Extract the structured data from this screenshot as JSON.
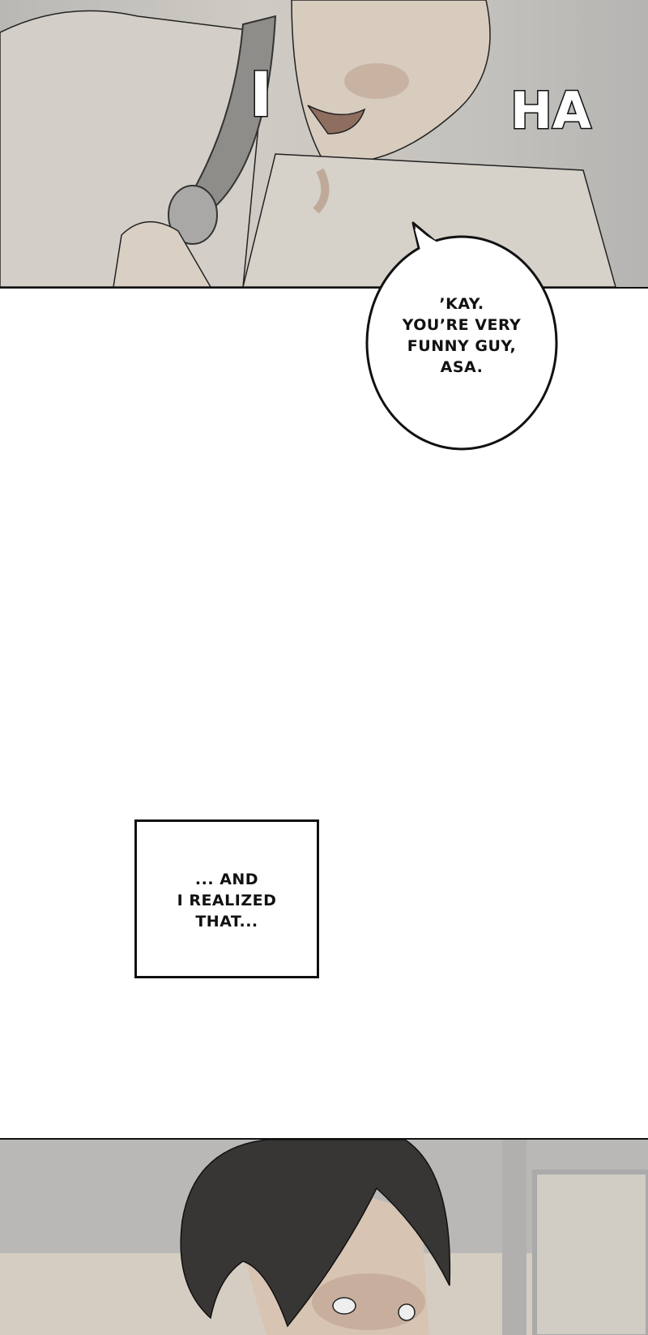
{
  "panels": {
    "top": {
      "sfx": [
        "I",
        "HA"
      ]
    },
    "speech_bubble": {
      "lines": [
        "’KAY.",
        "YOU’RE VERY",
        "FUNNY GUY,",
        "ASA."
      ]
    },
    "caption": {
      "lines": [
        "... AND",
        "I REALIZED",
        "THAT..."
      ]
    }
  },
  "colors": {
    "ink": "#111111",
    "panel_gray": "#c4c2bf",
    "skin": "#d8c8b8",
    "hair": "#383634"
  }
}
